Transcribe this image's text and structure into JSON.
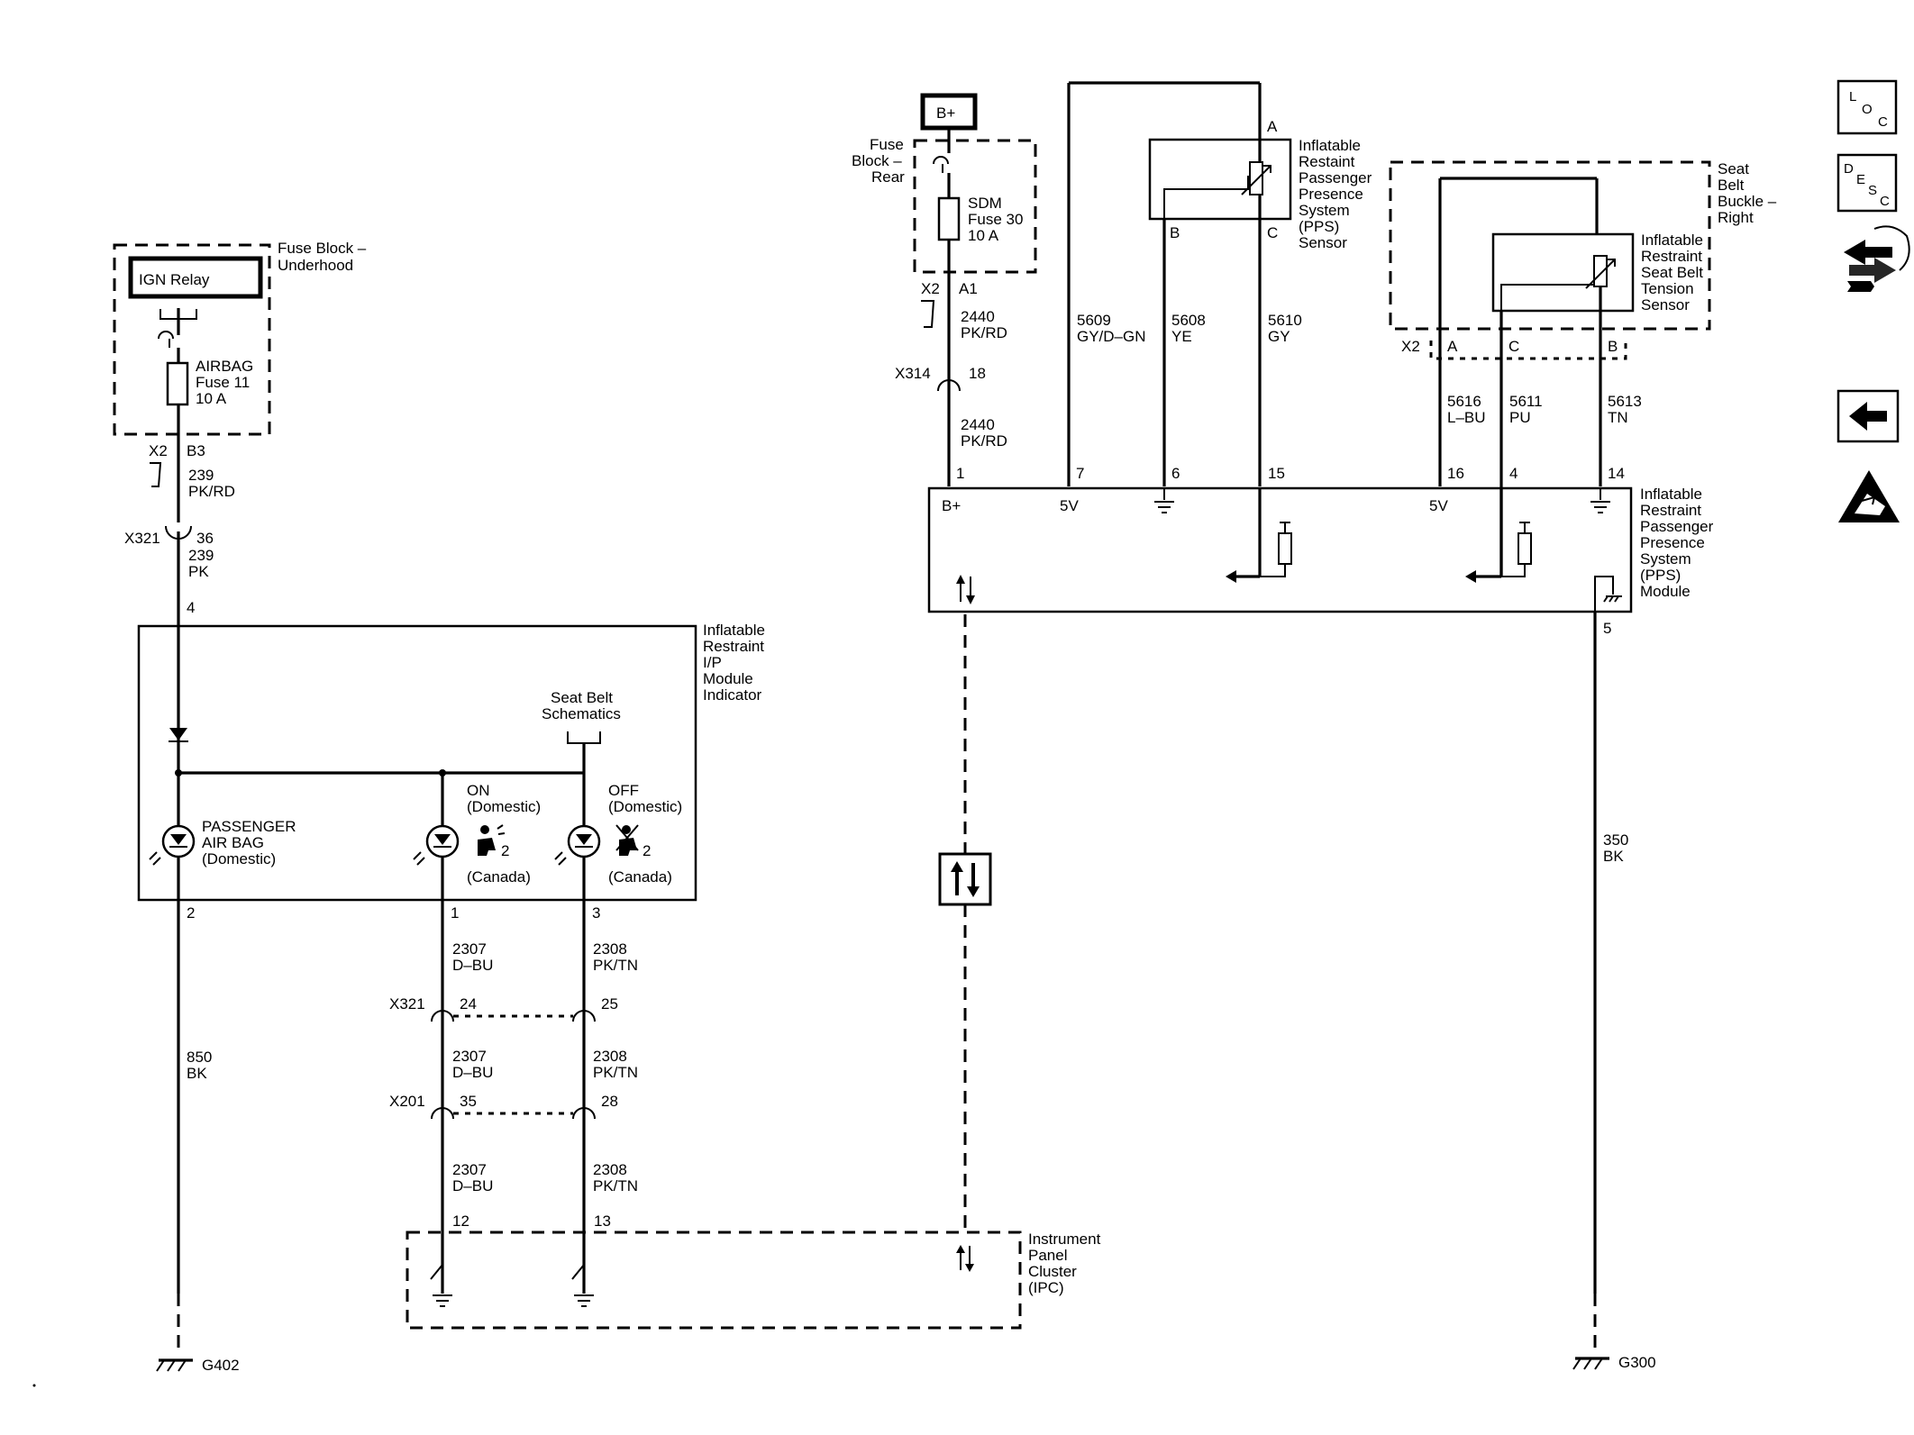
{
  "left": {
    "fuse_block_underhood": [
      "Fuse Block –",
      "Underhood"
    ],
    "ign_relay": "IGN Relay",
    "airbag_fuse": [
      "AIRBAG",
      "Fuse 11",
      "10 A"
    ],
    "conn_x2": "X2",
    "pin_b3": "B3",
    "wire_239a": [
      "239",
      "PK/RD"
    ],
    "conn_x321": "X321",
    "pin_36": "36",
    "wire_239b": [
      "239",
      "PK"
    ],
    "pin_4": "4",
    "module_name": [
      "Inflatable",
      "Restraint",
      "I/P",
      "Module",
      "Indicator"
    ],
    "seat_belt_schematics": [
      "Seat Belt",
      "Schematics"
    ],
    "lamp_passenger": [
      "PASSENGER",
      "AIR BAG",
      "(Domestic)"
    ],
    "lamp_on": [
      "ON",
      "(Domestic)"
    ],
    "lamp_off": [
      "OFF",
      "(Domestic)"
    ],
    "canada": "(Canada)",
    "subscript_2": "2",
    "pin_2": "2",
    "pin_1": "1",
    "pin_3": "3",
    "wire_850": [
      "850",
      "BK"
    ],
    "wire_2307": [
      "2307",
      "D–BU"
    ],
    "wire_2308": [
      "2308",
      "PK/TN"
    ],
    "conn_x321b": "X321",
    "pin_24": "24",
    "pin_25": "25",
    "conn_x201": "X201",
    "pin_35": "35",
    "pin_28": "28",
    "pin_12": "12",
    "pin_13": "13",
    "ground_g402": "G402"
  },
  "ipc": [
    "Instrument",
    "Panel",
    "Cluster",
    "(IPC)"
  ],
  "right": {
    "bplus": "B+",
    "fuse_block_rear": [
      "Fuse",
      "Block –",
      "Rear"
    ],
    "sdm_fuse": [
      "SDM",
      "Fuse 30",
      "10 A"
    ],
    "conn_x2": "X2",
    "pin_a1": "A1",
    "wire_2440a": [
      "2440",
      "PK/RD"
    ],
    "conn_x314": "X314",
    "pin_18": "18",
    "wire_2440b": [
      "2440",
      "PK/RD"
    ],
    "pps_sensor": [
      "Inflatable",
      "Restaint",
      "Passenger",
      "Presence",
      "System",
      "(PPS)",
      "Sensor"
    ],
    "pin_a": "A",
    "pin_b": "B",
    "pin_c": "C",
    "wire_5609": [
      "5609",
      "GY/D–GN"
    ],
    "wire_5608": [
      "5608",
      "YE"
    ],
    "wire_5610": [
      "5610",
      "GY"
    ],
    "seat_belt_buckle": [
      "Seat",
      "Belt",
      "Buckle –",
      "Right"
    ],
    "tension_sensor": [
      "Inflatable",
      "Restraint",
      "Seat Belt",
      "Tension",
      "Sensor"
    ],
    "conn_x2b": "X2",
    "pin_a2": "A",
    "pin_c2": "C",
    "pin_b2": "B",
    "wire_5616": [
      "5616",
      "L–BU"
    ],
    "wire_5611": [
      "5611",
      "PU"
    ],
    "wire_5613": [
      "5613",
      "TN"
    ],
    "pins_top": [
      "1",
      "7",
      "6",
      "15",
      "16",
      "4",
      "14"
    ],
    "bplus_inner": "B+",
    "v5_a": "5V",
    "v5_b": "5V",
    "pps_module": [
      "Inflatable",
      "Restraint",
      "Passenger",
      "Presence",
      "System",
      "(PPS)",
      "Module"
    ],
    "pin_5": "5",
    "wire_350": [
      "350",
      "BK"
    ],
    "ground_g300": "G300"
  },
  "icons": {
    "loc": [
      "L",
      "O",
      "C"
    ],
    "desc": [
      "D",
      "E",
      "S",
      "C"
    ],
    "connector_icon": "connector-end-view-icon",
    "back_icon": "back-arrow-icon",
    "esd_icon": "esd-warning-icon"
  }
}
